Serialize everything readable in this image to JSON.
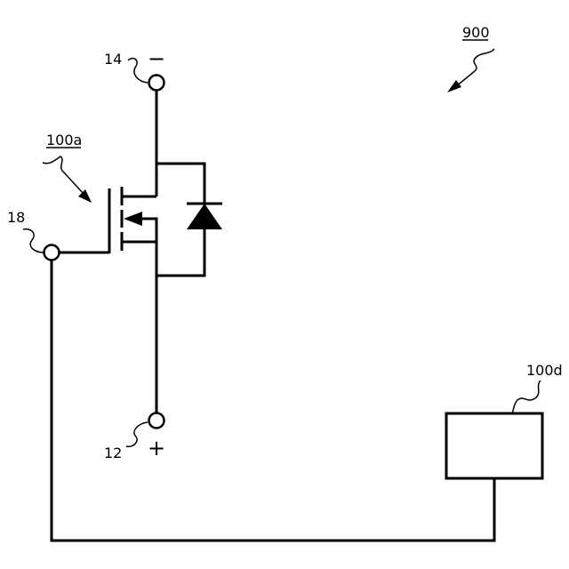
{
  "labels": {
    "figure_ref": "900",
    "device_ref": "100a",
    "terminal_minus_ref": "14",
    "terminal_plus_ref": "12",
    "gate_terminal_ref": "18",
    "box_ref": "100d",
    "minus_sign": "−",
    "plus_sign": "+"
  },
  "colors": {
    "line": "#000000",
    "background": "#ffffff"
  }
}
